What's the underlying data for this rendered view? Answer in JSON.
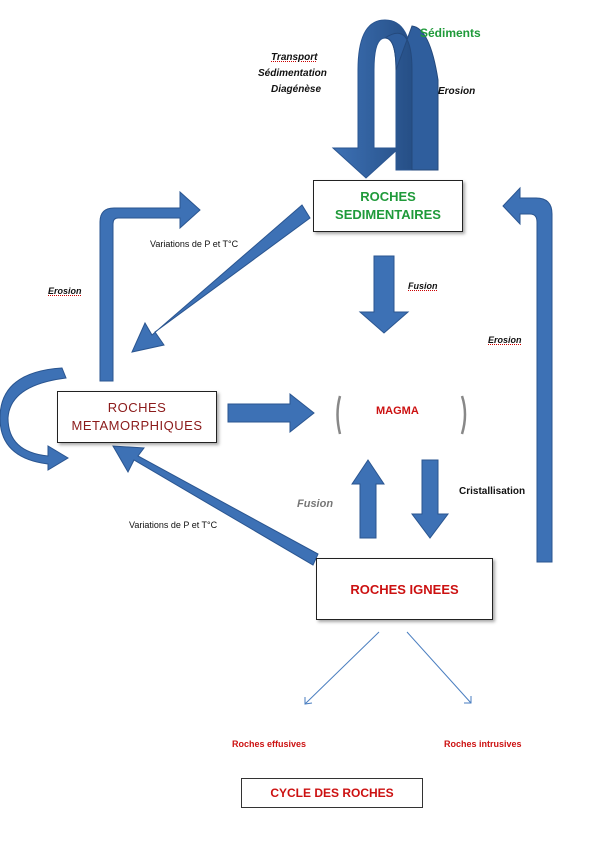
{
  "diagram": {
    "nodes": {
      "sedimentaires": {
        "line1": "ROCHES",
        "line2": "SEDIMENTAIRES"
      },
      "metamorphiques": {
        "line1": "ROCHES",
        "line2": "METAMORPHIQUES"
      },
      "magma": "MAGMA",
      "ignees": "ROCHES IGNEES",
      "effusives": "Roches effusives",
      "intrusives": "Roches intrusives"
    },
    "labels": {
      "sediments": "Sédiments",
      "transport": "Transport",
      "sedimentation": "Sédimentation",
      "diagenese": "Diagénèse",
      "erosion_top": "Erosion",
      "erosion_left": "Erosion",
      "erosion_right": "Erosion",
      "fusion_sed": "Fusion",
      "fusion_ign": "Fusion",
      "cristallisation": "Cristallisation",
      "variations_top": "Variations de P et T°C",
      "variations_bottom": "Variations de P et T°C"
    },
    "title": "CYCLE DES ROCHES",
    "colors": {
      "arrow": "#3d71b5",
      "arrow_dark": "#2a5590",
      "green": "#1f9a3a",
      "red": "#cc1111",
      "dark_red": "#8b1a1a"
    }
  }
}
